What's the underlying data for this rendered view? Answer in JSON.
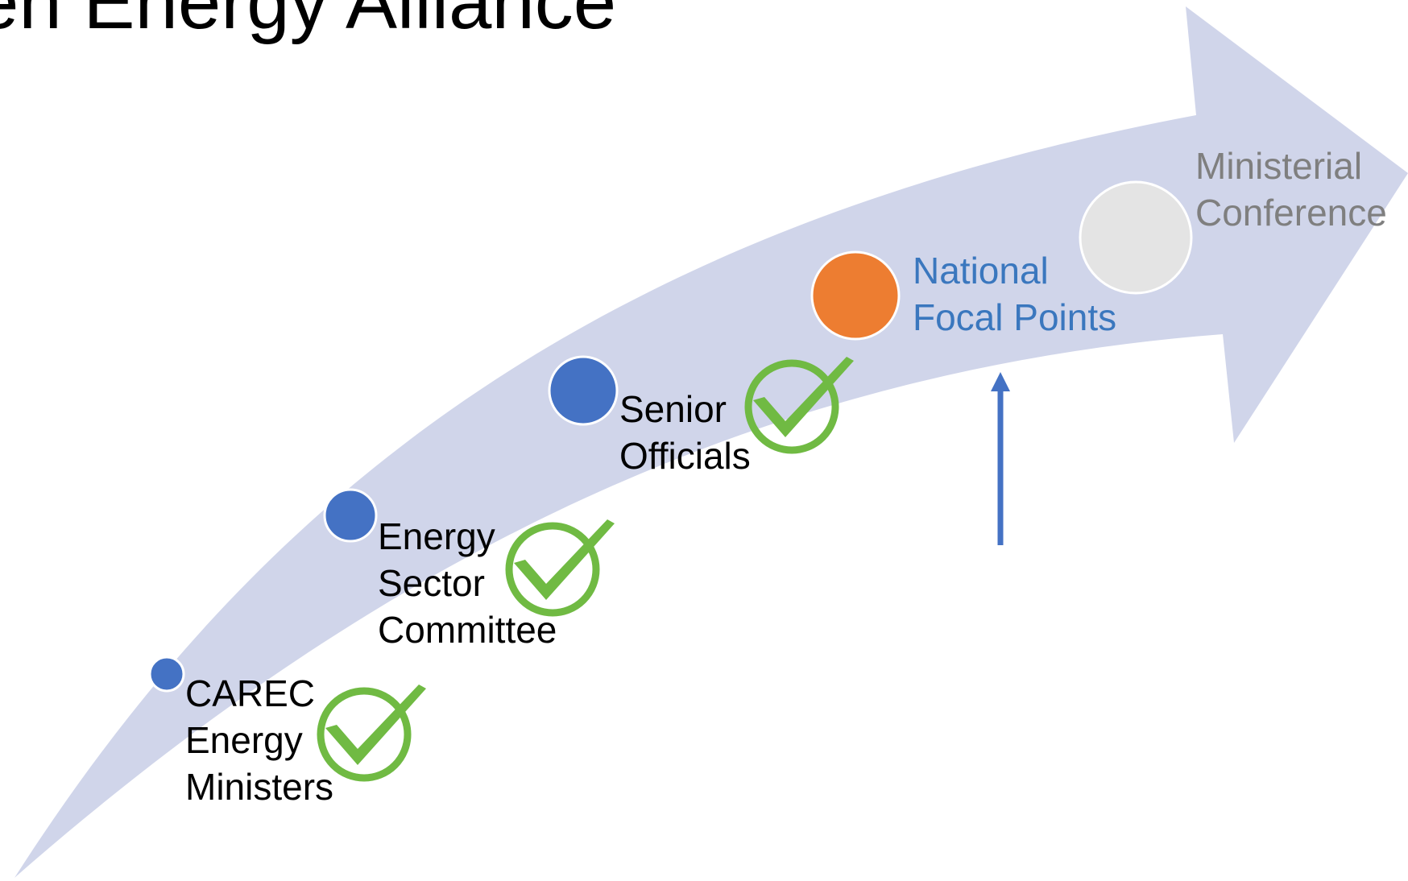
{
  "title": "en Energy Alliance",
  "colors": {
    "arrow_fill": "#d0d5ea",
    "node_complete": "#4472c4",
    "node_current": "#ed7d31",
    "node_future": "#e4e4e4",
    "node_border": "#ffffff",
    "check_green": "#70ba43",
    "pointer_arrow": "#4472c4",
    "text_done": "#000000",
    "text_current": "#3a77be",
    "text_future": "#7f7f7f"
  },
  "stages": [
    {
      "id": "carec-energy-ministers",
      "lines": [
        "CAREC",
        "Energy",
        "Ministers"
      ],
      "status": "complete",
      "icon": "check-circle-icon"
    },
    {
      "id": "energy-sector-committee",
      "lines": [
        "Energy",
        "Sector",
        "Committee"
      ],
      "status": "complete",
      "icon": "check-circle-icon"
    },
    {
      "id": "senior-officials",
      "lines": [
        "Senior",
        "Officials"
      ],
      "status": "complete",
      "icon": "check-circle-icon"
    },
    {
      "id": "national-focal-points",
      "lines": [
        "National",
        "Focal Points"
      ],
      "status": "current",
      "icon": "up-arrow-icon"
    },
    {
      "id": "ministerial-conference",
      "lines": [
        "Ministerial",
        "Conference"
      ],
      "status": "future"
    }
  ]
}
